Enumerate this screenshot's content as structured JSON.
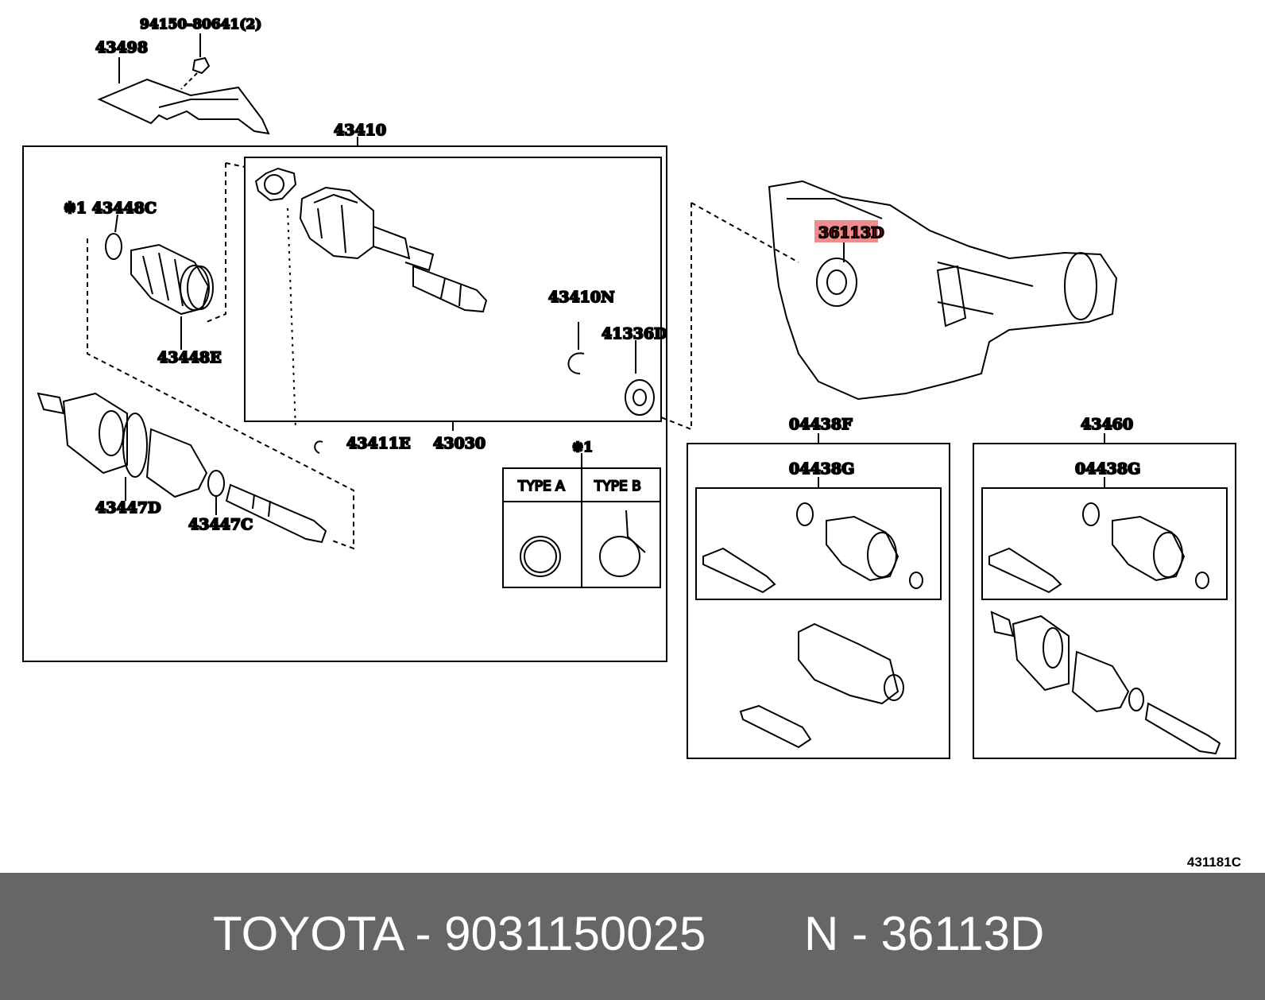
{
  "diagram": {
    "labels": {
      "p94150": "94150-80641(2)",
      "p43498": "43498",
      "p43410": "43410",
      "p43448c": "※1 43448C",
      "p43448e": "43448E",
      "p43410n": "43410N",
      "p41336d": "41336D",
      "p43411e": "43411E",
      "p43030": "43030",
      "p43447d": "43447D",
      "p43447c": "43447C",
      "p36113d": "36113D",
      "p04438f": "04438F",
      "p04438g_1": "04438G",
      "p43460": "43460",
      "p04438g_2": "04438G"
    },
    "note": {
      "marker": "※1",
      "type_a": "TYPE A",
      "type_b": "TYPE B"
    },
    "ref_code": "431181C",
    "highlight_color": "#f08c8c"
  },
  "footer": {
    "brand_part": "TOYOTA - 9031150025",
    "ref_part": "N - 36113D",
    "background": "#666666"
  }
}
